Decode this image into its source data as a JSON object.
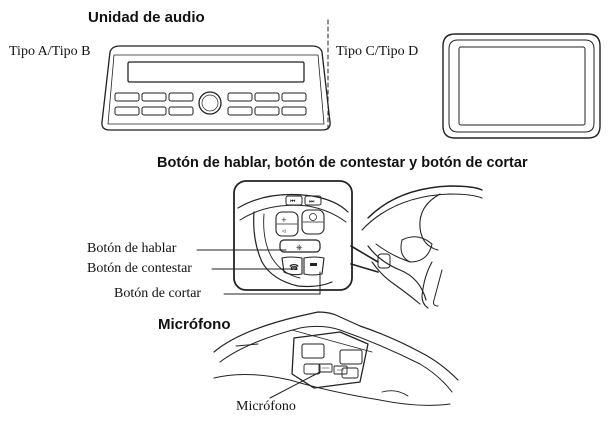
{
  "audio_unit": {
    "heading": "Unidad de audio",
    "type_ab_label": "Tipo A/Tipo B",
    "type_cd_label": "Tipo C/Tipo D"
  },
  "steering": {
    "heading": "Botón de hablar, botón de contestar y botón de cortar",
    "talk_label": "Botón de hablar",
    "answer_label": "Botón de contestar",
    "hangup_label": "Botón de cortar"
  },
  "microphone": {
    "heading": "Micrófono",
    "callout_label": "Micrófono"
  },
  "icons": [
    "previous-track-icon",
    "next-track-icon",
    "volume-icon",
    "voice-icon",
    "talk-icon",
    "phone-icon",
    "hang-up-icon"
  ]
}
